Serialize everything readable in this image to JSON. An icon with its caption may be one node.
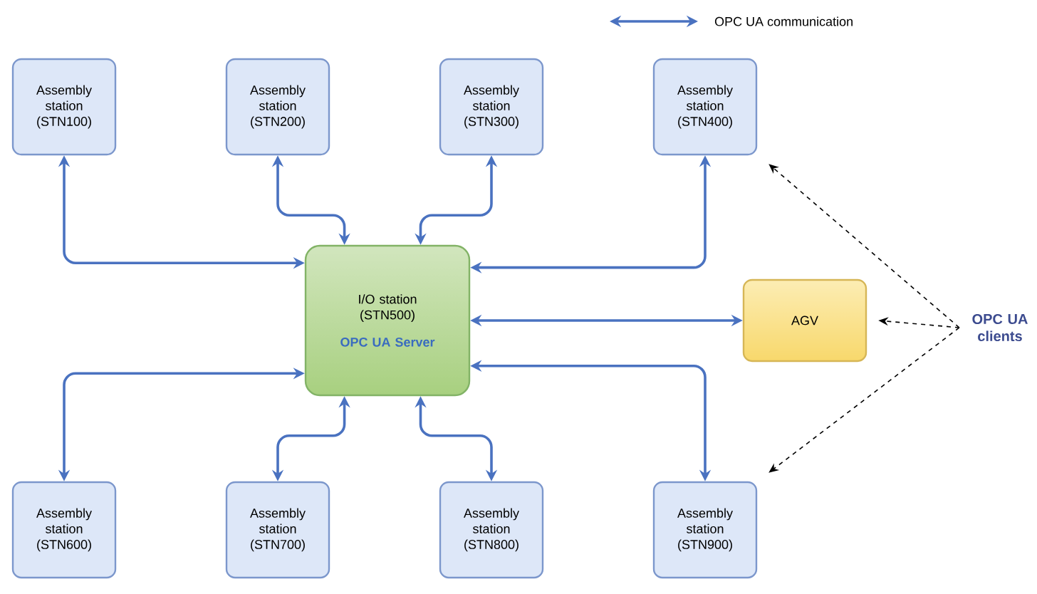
{
  "diagram": {
    "nodes": [
      {
        "text": [
          "Assembly station (STN100)"
        ]
      },
      {
        "text": [
          "Assembly station (STN200)"
        ]
      },
      {
        "text": [
          "Assembly station (STN300)"
        ]
      },
      {
        "text": [
          "Assembly station (STN400)"
        ]
      },
      {
        "text": [
          "I/O station (STN500)",
          "OPC UA Server"
        ]
      },
      {
        "text": [
          "AGV"
        ]
      },
      {
        "text": [
          "Assembly station (STN600)"
        ]
      },
      {
        "text": [
          "Assembly station (STN700)"
        ]
      },
      {
        "text": [
          "Assembly station (STN800)"
        ]
      },
      {
        "text": [
          "Assembly station (STN900)"
        ]
      },
      {
        "text": [
          "OPC UA clients"
        ]
      }
    ],
    "edges": [
      {
        "from": 0,
        "to": 4,
        "arrow": "both"
      },
      {
        "from": 1,
        "to": 4,
        "arrow": "both"
      },
      {
        "from": 2,
        "to": 4,
        "arrow": "both"
      },
      {
        "from": 3,
        "to": 4,
        "arrow": "both"
      },
      {
        "from": 4,
        "to": 5,
        "arrow": "both"
      },
      {
        "from": 6,
        "to": 4,
        "arrow": "both"
      },
      {
        "from": 7,
        "to": 4,
        "arrow": "both"
      },
      {
        "from": 8,
        "to": 4,
        "arrow": "both"
      },
      {
        "from": 9,
        "to": 4,
        "arrow": "both"
      },
      {
        "from": 10,
        "to": 3,
        "arrow": "to",
        "style": "dashed",
        "color": "#000000"
      },
      {
        "from": 10,
        "to": 5,
        "arrow": "to",
        "style": "dashed",
        "color": "#000000"
      },
      {
        "from": 10,
        "to": 9,
        "arrow": "to",
        "style": "dashed",
        "color": "#000000"
      }
    ],
    "legend": [
      {
        "text": "OPC UA communication"
      }
    ]
  }
}
